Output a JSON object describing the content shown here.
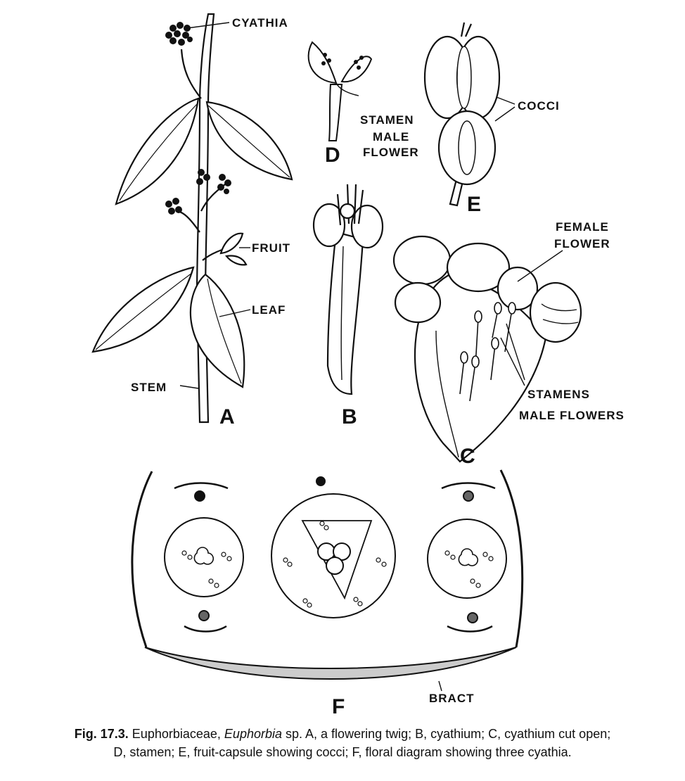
{
  "labels": {
    "cyathia": "CYATHIA",
    "fruit": "FRUIT",
    "leaf": "LEAF",
    "stem": "STEM",
    "stamen": "STAMEN",
    "male_flower": "MALE",
    "flower_word": "FLOWER",
    "cocci": "COCCI",
    "female": "FEMALE",
    "female_flower": "FLOWER",
    "stamens": "STAMENS",
    "male_flowers": "MALE FLOWERS",
    "bract": "BRACT"
  },
  "panels": {
    "A": "A",
    "B": "B",
    "C": "C",
    "D": "D",
    "E": "E",
    "F": "F"
  },
  "caption": {
    "fig": "Fig. 17.3.",
    "family": "Euphorbiaceae,",
    "genus": "Euphorbia",
    "rest_line1": "sp. A, a flowering twig; B, cyathium; C, cyathium cut open;",
    "line2": "D, stamen; E, fruit-capsule showing cocci; F, floral diagram showing three cyathia."
  }
}
